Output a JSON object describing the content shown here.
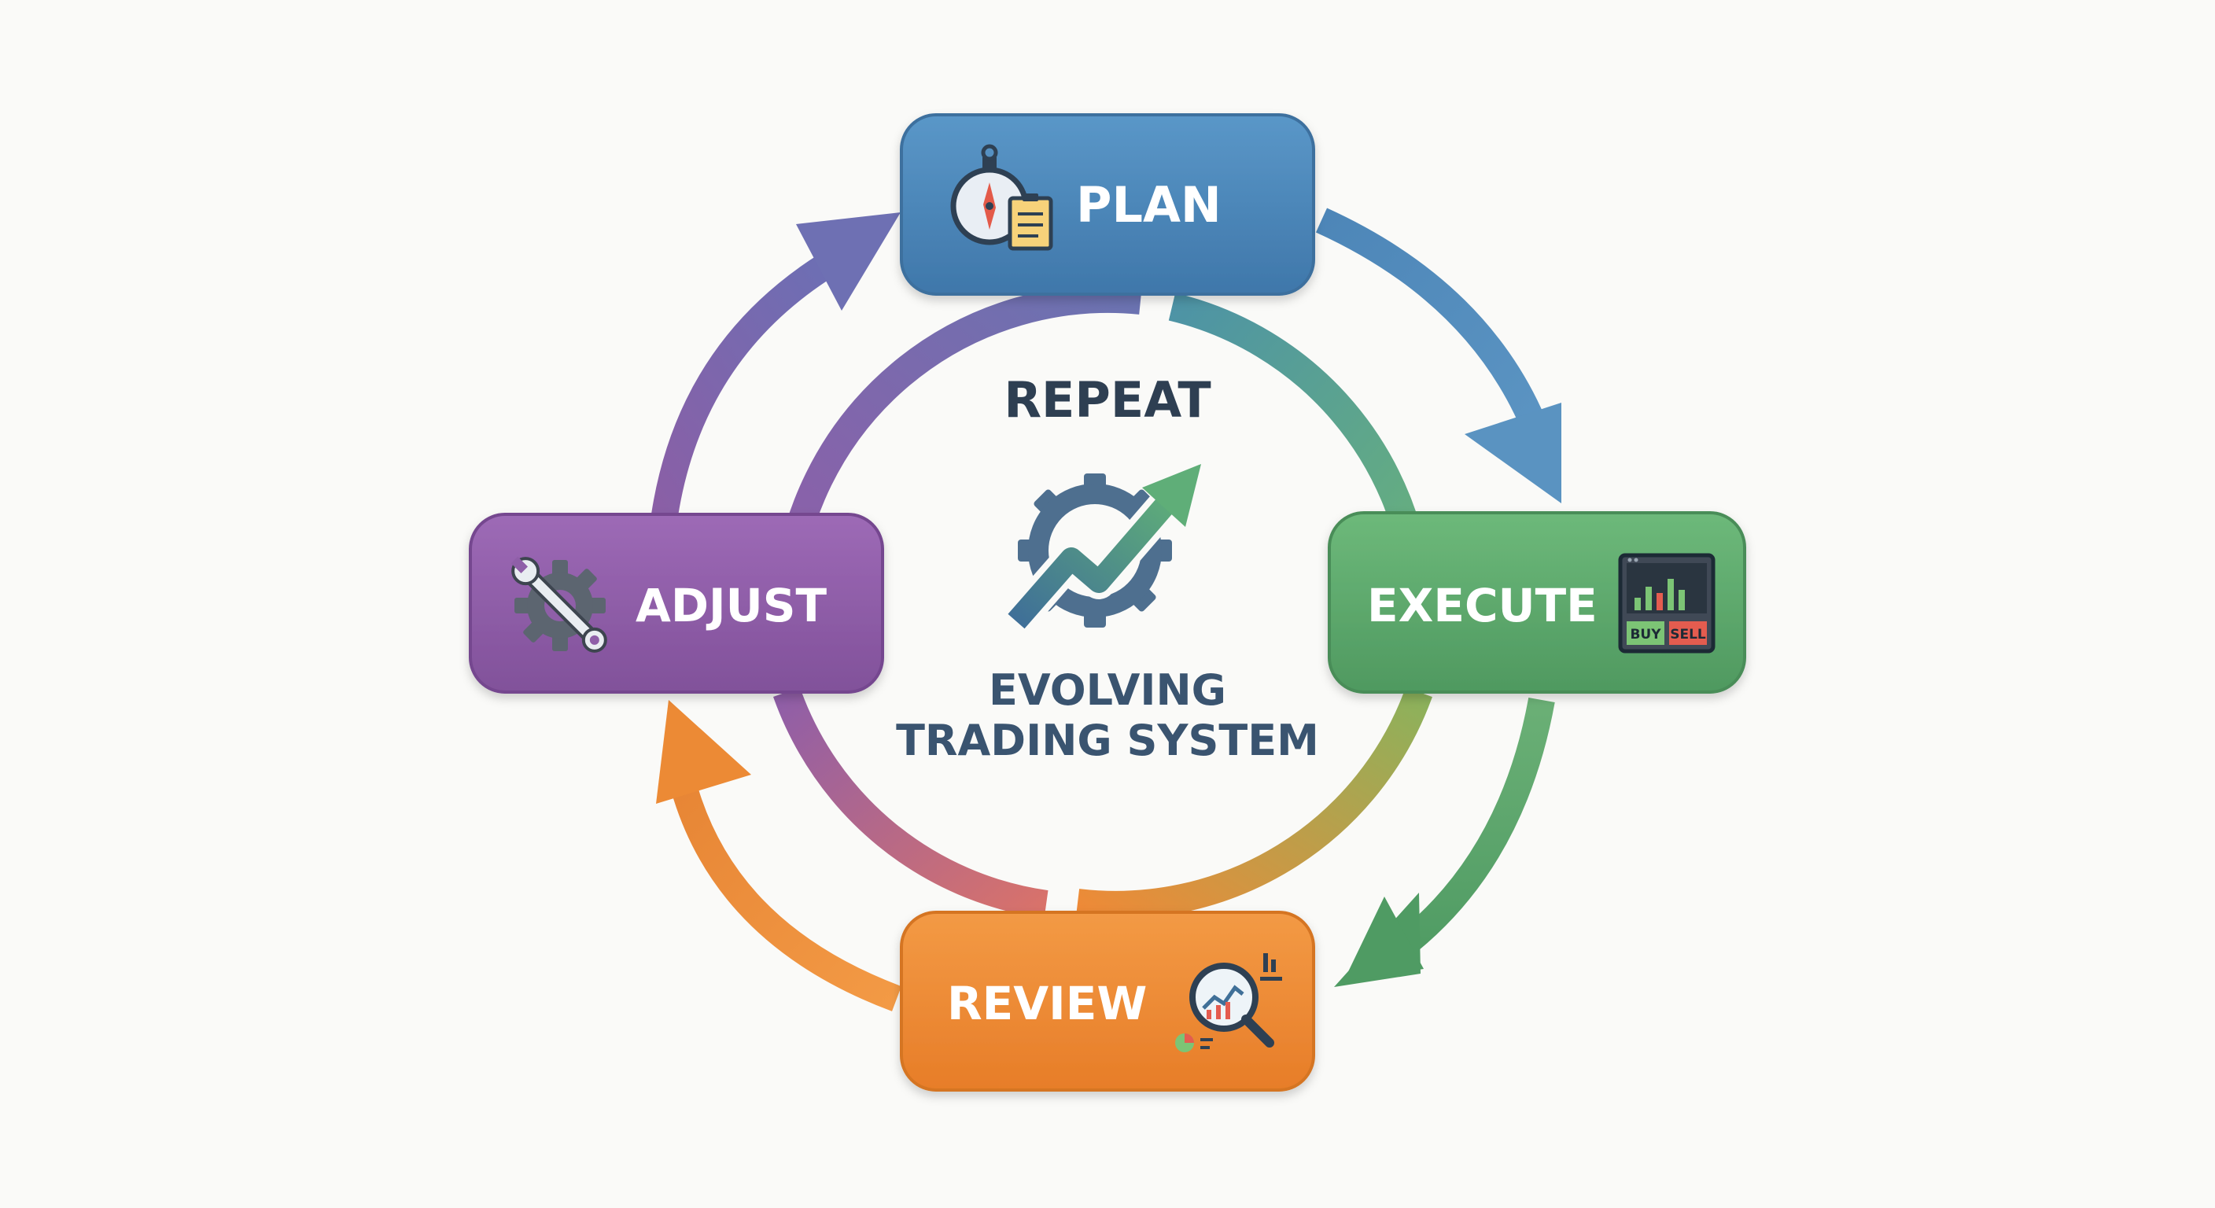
{
  "center": {
    "repeat_label": "REPEAT",
    "title_line1": "EVOLVING",
    "title_line2": "TRADING SYSTEM",
    "icon": "gear-arrow-growth-icon"
  },
  "steps": [
    {
      "label": "PLAN",
      "icon": "stopwatch-clipboard-icon",
      "color": "#4d86b8"
    },
    {
      "label": "EXECUTE",
      "icon": "trading-screen-icon",
      "color": "#5ea96b",
      "buy_label": "BUY",
      "sell_label": "SELL"
    },
    {
      "label": "REVIEW",
      "icon": "magnifier-chart-icon",
      "color": "#ee8a37"
    },
    {
      "label": "ADJUST",
      "icon": "gear-wrench-icon",
      "color": "#8f5ea8"
    }
  ],
  "colors": {
    "text_dark": "#2e3f52",
    "plan": "#4d86b8",
    "execute": "#5ea96b",
    "review": "#ee8a37",
    "adjust": "#8f5ea8",
    "buy": "#7cc474",
    "sell": "#e45b4f"
  }
}
